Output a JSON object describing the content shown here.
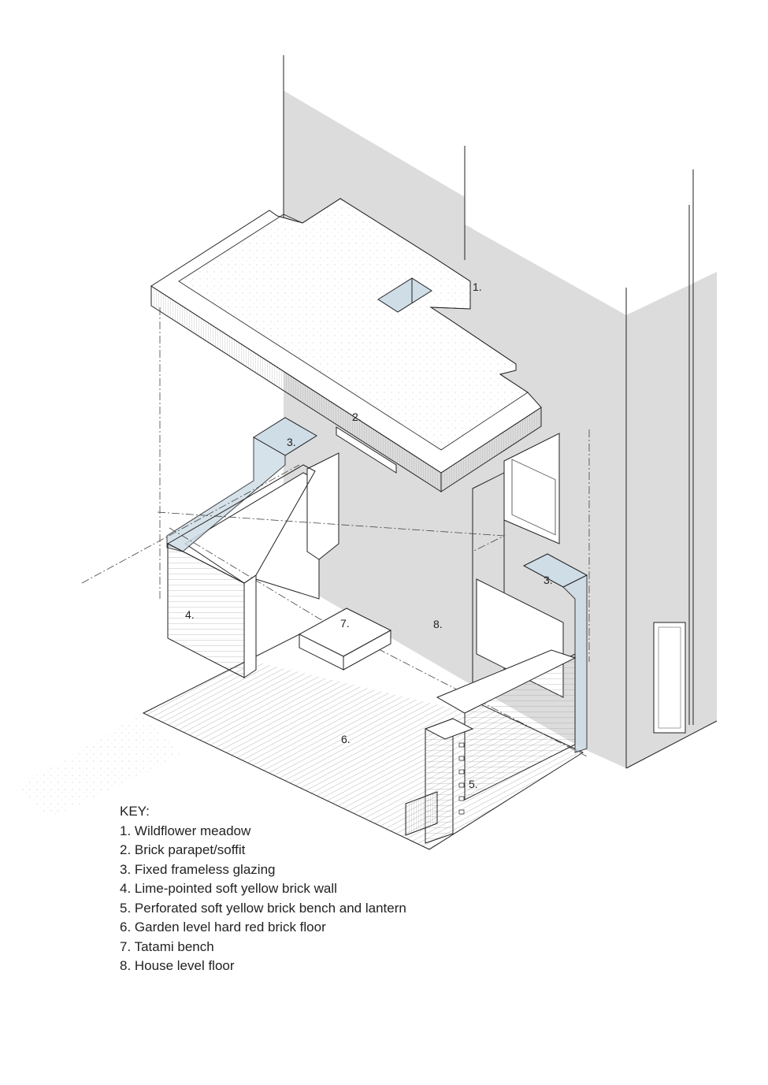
{
  "labels": {
    "n1": "1.",
    "n2": "2.",
    "n3a": "3.",
    "n3b": "3.",
    "n4": "4.",
    "n5": "5.",
    "n6": "6.",
    "n7": "7.",
    "n8": "8."
  },
  "key": {
    "title": "KEY:",
    "items": [
      "1. Wildflower meadow",
      "2. Brick parapet/soffit",
      "3. Fixed frameless glazing",
      "4. Lime-pointed soft yellow brick wall",
      "5. Perforated soft yellow brick bench and lantern",
      "6. Garden level hard red brick floor",
      "7. Tatami bench",
      "8. House level floor"
    ]
  },
  "colors": {
    "wall_grey": "#dcdcdc",
    "glazing_blue": "#cfdde7",
    "line": "#222222"
  }
}
